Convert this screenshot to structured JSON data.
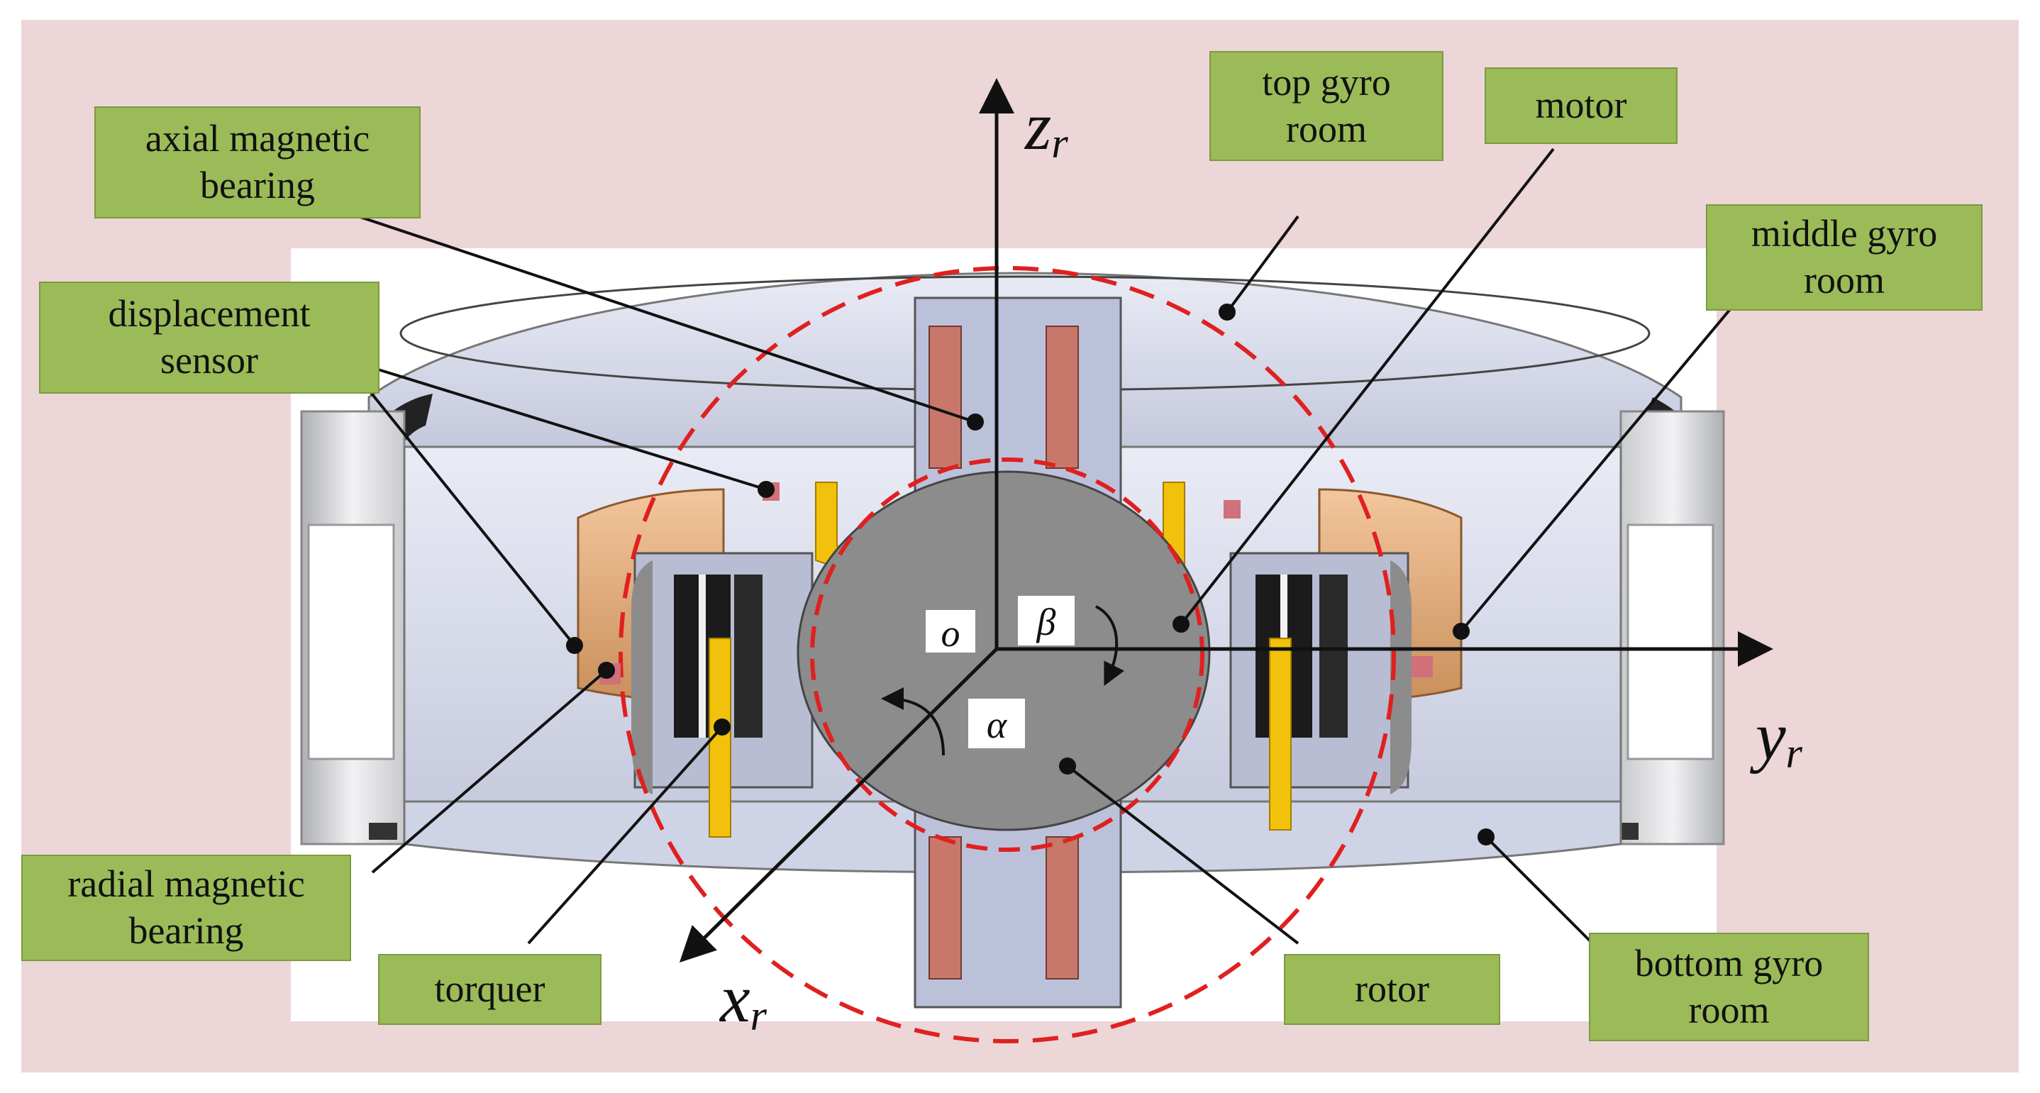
{
  "labels": {
    "axial_bearing": [
      "axial magnetic",
      "bearing"
    ],
    "displacement_sensor": [
      "displacement",
      "sensor"
    ],
    "radial_bearing": [
      "radial magnetic",
      "bearing"
    ],
    "torquer": [
      "torquer"
    ],
    "top_gyro_room": [
      "top gyro",
      "room"
    ],
    "motor": [
      "motor"
    ],
    "middle_gyro_room": [
      "middle gyro",
      "room"
    ],
    "rotor": [
      "rotor"
    ],
    "bottom_gyro_room": [
      "bottom gyro",
      "room"
    ]
  },
  "axes": {
    "z": {
      "symbol": "z",
      "sub": "r"
    },
    "y": {
      "symbol": "y",
      "sub": "r"
    },
    "x": {
      "symbol": "x",
      "sub": "r"
    }
  },
  "angles": {
    "origin": "o",
    "alpha": "α",
    "beta": "β"
  },
  "colors": {
    "background": "#ecd6d8",
    "label_fill": "#9bbb59",
    "housing_steel": "#d4d7e8",
    "rotor_gray": "#8c8c8c",
    "coil_copper": "#c8786a",
    "torquer_yellow": "#f2c10b",
    "dashed_circle": "#e02020"
  }
}
